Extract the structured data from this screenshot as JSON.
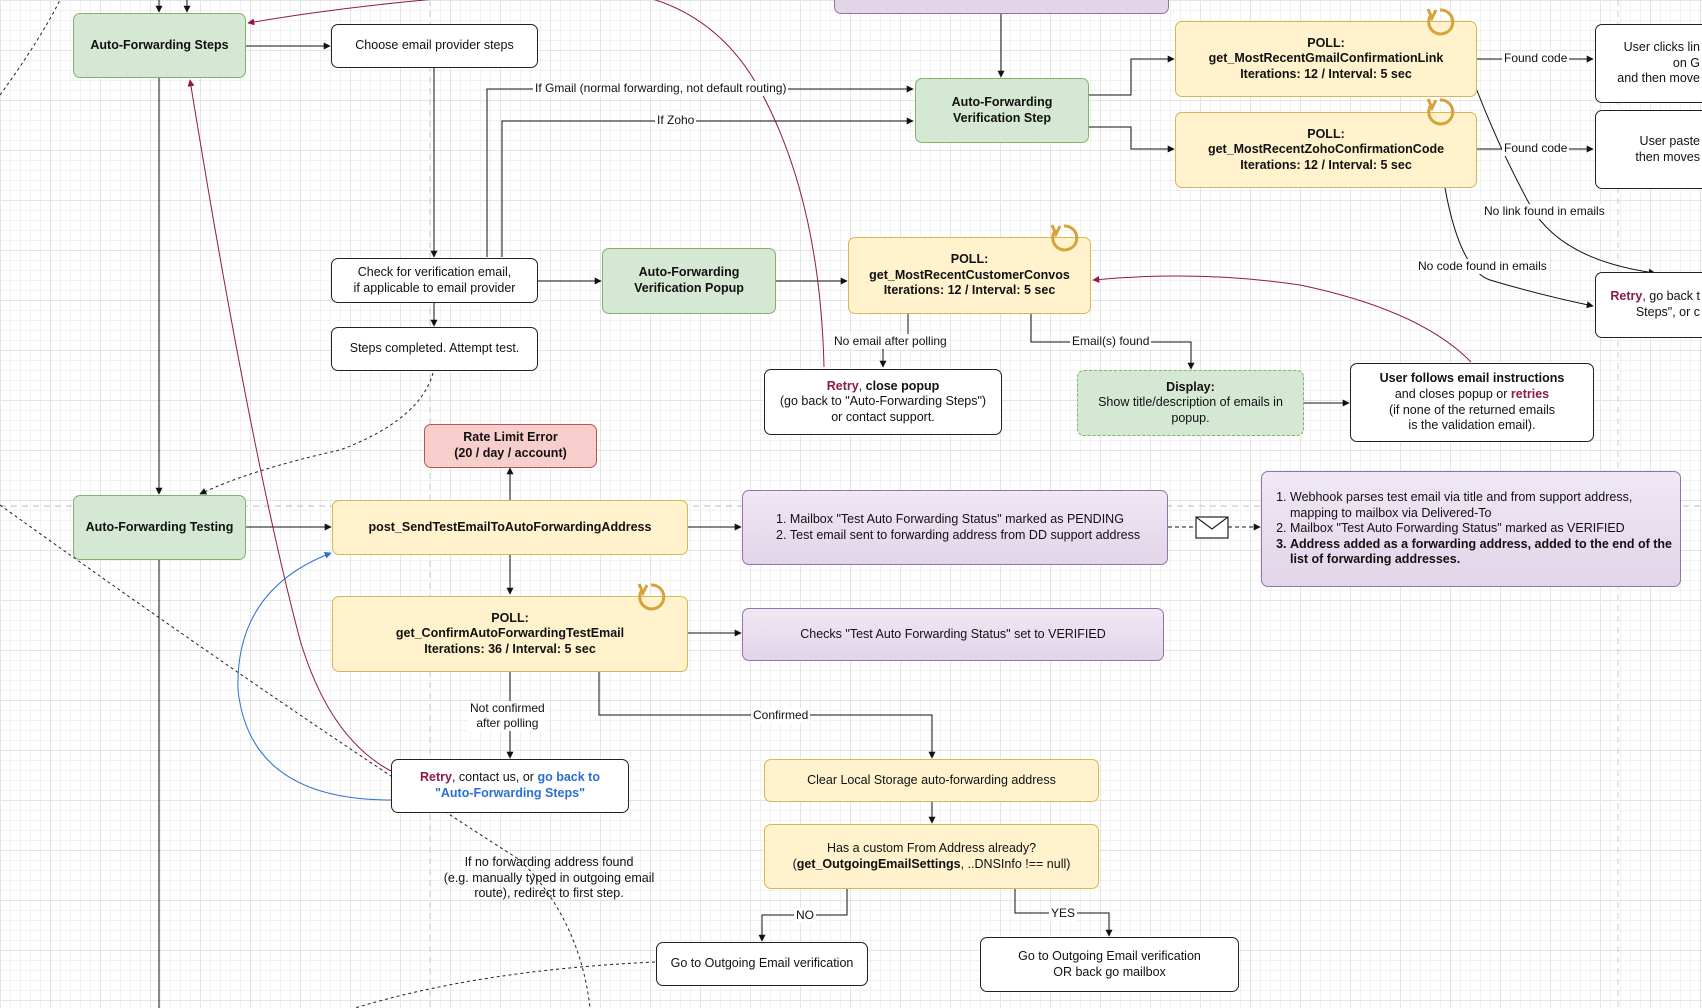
{
  "nodes": {
    "af_steps": "Auto-Forwarding Steps",
    "choose_provider": "Choose email provider steps",
    "check_verification": [
      "Check for verification email,",
      "if applicable to email provider"
    ],
    "steps_completed": "Steps completed. Attempt test.",
    "af_verif_popup": [
      "Auto-Forwarding",
      "Verification Popup"
    ],
    "af_verif_step": [
      "Auto-Forwarding",
      "Verification Step"
    ],
    "poll_gmail": [
      "POLL:",
      "get_MostRecentGmailConfirmationLink",
      "Iterations: 12 / Interval: 5 sec"
    ],
    "poll_zoho": [
      "POLL:",
      "get_MostRecentZohoConfirmationCode",
      "Iterations: 12 / Interval: 5 sec"
    ],
    "user_clicks": [
      "User clicks lin",
      "on G",
      "and then move"
    ],
    "user_paste": [
      "User paste",
      "then moves"
    ],
    "retry_right": {
      "retry": "Retry",
      "rest": ", go back t",
      "line2": "Steps\", or c"
    },
    "poll_convos": [
      "POLL:",
      "get_MostRecentCustomerConvos",
      "Iterations: 12 / Interval: 5 sec"
    ],
    "retry_popup": {
      "retry": "Retry",
      "comma": ",",
      "close": "close popup",
      "line2": "(go back to \"Auto-Forwarding Steps\")",
      "line3": "or contact support."
    },
    "display": {
      "title": "Display:",
      "line1": "Show title/description of emails in",
      "line2": "popup."
    },
    "user_follows": {
      "bold": "User follows email instructions",
      "line1a": "and closes popup or ",
      "retries": "retries",
      "line2": "(if none of the returned emails",
      "line3": "is the validation email)."
    },
    "rate_limit": [
      "Rate Limit Error",
      "(20 / day / account)"
    ],
    "af_testing": "Auto-Forwarding Testing",
    "post_send": "post_SendTestEmailToAutoForwardingAddress",
    "mailbox_status": [
      "Mailbox \"Test Auto Forwarding Status\" marked as PENDING",
      "Test email sent to forwarding address from DD support address"
    ],
    "webhook": [
      "Webhook parses test email via title and from support address, mapping to mailbox via Delivered-To",
      "Mailbox \"Test Auto Forwarding Status\" marked as VERIFIED",
      "Address added as a forwarding address, added to the end of the list of forwarding addresses."
    ],
    "poll_confirm": [
      "POLL:",
      "get_ConfirmAutoForwardingTestEmail",
      "Iterations: 36 / Interval: 5 sec"
    ],
    "checks_status": "Checks \"Test Auto Forwarding Status\" set to VERIFIED",
    "retry_bottom": {
      "retry": "Retry",
      "mid": ", contact us, or ",
      "blue1": "go back to",
      "blue2": "\"Auto-Forwarding Steps\""
    },
    "clear_storage": "Clear Local Storage auto-forwarding address",
    "custom_from": {
      "line1": "Has a custom From Address already?",
      "open": "(",
      "bold": "get_OutgoingEmailSettings",
      "rest": ", ..DNSInfo !== null)"
    },
    "goto_outgoing": "Go to Outgoing Email verification",
    "goto_outgoing_or": [
      "Go to Outgoing Email verification",
      "OR back go mailbox"
    ],
    "no_fwd_note": [
      "If no forwarding address found",
      "(e.g. manually typed in outgoing email",
      "route), redirect to first step."
    ]
  },
  "edge_labels": {
    "if_gmail": "If Gmail (normal forwarding, not default routing)",
    "if_zoho": "If Zoho",
    "found_code_1": "Found code",
    "found_code_2": "Found code",
    "no_link": "No link found in emails",
    "no_code": "No code found in emails",
    "no_email": "No email after polling",
    "emails_found": "Email(s) found",
    "not_confirmed": [
      "Not confirmed",
      "after polling"
    ],
    "confirmed": "Confirmed",
    "no": "NO",
    "yes": "YES"
  },
  "colors": {
    "green_fill": "#d5e8d4",
    "green_stroke": "#82b366",
    "yellow_fill": "#fff2cc",
    "yellow_stroke": "#d6b656",
    "purple_fill": "#e1d5e7",
    "purple_stroke": "#9673a6",
    "red_fill": "#f8cecc",
    "red_stroke": "#b85450",
    "retry_edge": "#8e1a4a",
    "blue_edge": "#2b6fd0"
  },
  "icons": [
    "refresh-icon",
    "envelope-icon"
  ]
}
